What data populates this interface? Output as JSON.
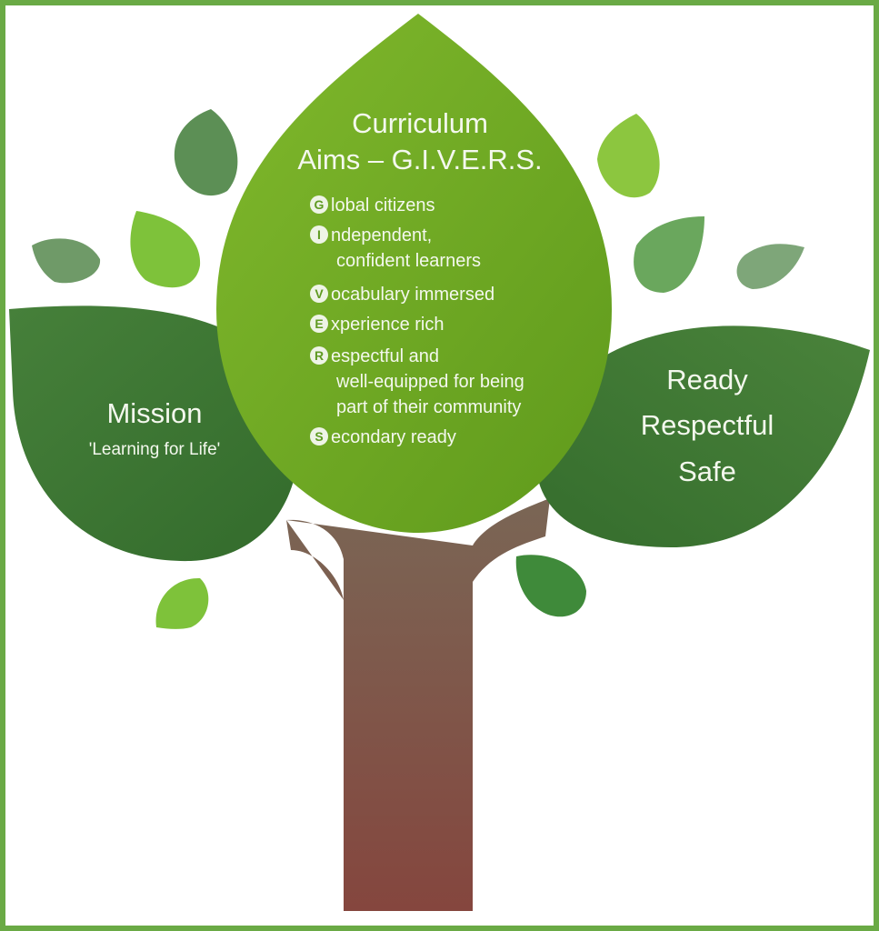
{
  "curriculum": {
    "title_line1": "Curriculum",
    "title_line2": "Aims – G.I.V.E.R.S.",
    "aims": [
      {
        "letter": "G",
        "lines": [
          "lobal citizens"
        ]
      },
      {
        "letter": "I",
        "lines": [
          "ndependent,",
          "confident learners"
        ]
      },
      {
        "letter": "V",
        "lines": [
          "ocabulary immersed"
        ]
      },
      {
        "letter": "E",
        "lines": [
          "xperience rich"
        ]
      },
      {
        "letter": "R",
        "lines": [
          "espectful and",
          "well-equipped for being",
          "part of their community"
        ]
      },
      {
        "letter": "S",
        "lines": [
          "econdary ready"
        ]
      }
    ]
  },
  "mission": {
    "title": "Mission",
    "subtitle": "'Learning for Life'"
  },
  "values": {
    "line1": "Ready",
    "line2": "Respectful",
    "line3": "Safe"
  },
  "colors": {
    "border": "#6aaa45",
    "center_leaf": "#74ad26",
    "side_leaf": "#3f7a33",
    "trunk": "#7a5a4f"
  }
}
